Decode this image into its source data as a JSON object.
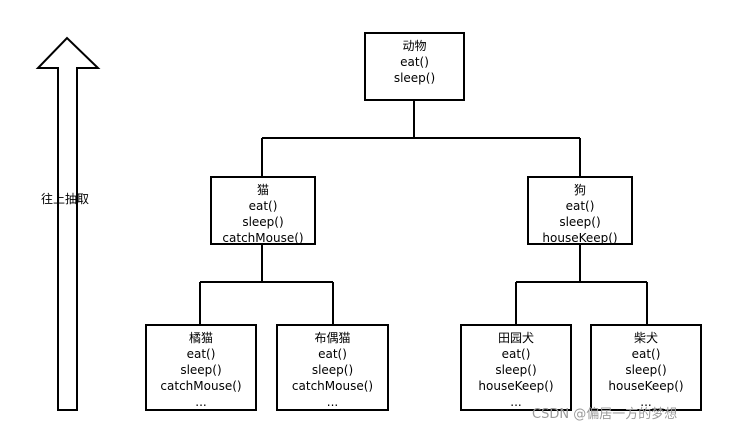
{
  "arrow_label": "往上抽取",
  "nodes": {
    "animal": {
      "name": "动物",
      "methods": [
        "eat()",
        "sleep()"
      ]
    },
    "cat": {
      "name": "猫",
      "methods": [
        "eat()",
        "sleep()",
        "catchMouse()"
      ]
    },
    "dog": {
      "name": "狗",
      "methods": [
        "eat()",
        "sleep()",
        "houseKeep()"
      ]
    },
    "orange_cat": {
      "name": "橘猫",
      "methods": [
        "eat()",
        "sleep()",
        "catchMouse()",
        "..."
      ]
    },
    "ragdoll": {
      "name": "布偶猫",
      "methods": [
        "eat()",
        "sleep()",
        "catchMouse()",
        "..."
      ]
    },
    "pastoral_dog": {
      "name": "田园犬",
      "methods": [
        "eat()",
        "sleep()",
        "houseKeep()",
        "..."
      ]
    },
    "shiba": {
      "name": "柴犬",
      "methods": [
        "eat()",
        "sleep()",
        "houseKeep()",
        "..."
      ]
    }
  },
  "watermark": "CSDN @偏居一方的梦想"
}
